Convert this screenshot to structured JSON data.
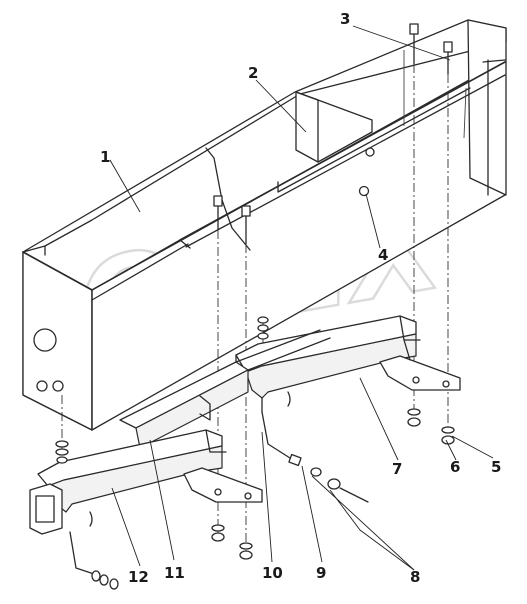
{
  "diagram": {
    "watermark": "OPEX",
    "callouts": [
      "1",
      "2",
      "3",
      "4",
      "5",
      "6",
      "7",
      "8",
      "9",
      "10",
      "11",
      "12"
    ]
  }
}
